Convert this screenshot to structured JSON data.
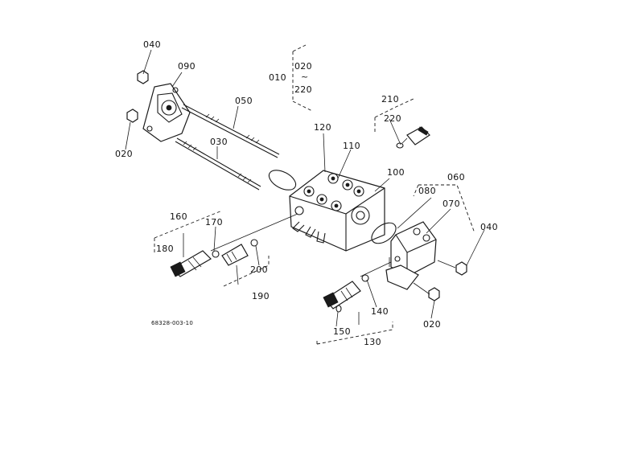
{
  "labels": {
    "p040a": "040",
    "p090": "090",
    "p050": "050",
    "p020a": "020",
    "p030": "030",
    "p010": "010",
    "p020b": "020",
    "tilde": "~",
    "p220a": "220",
    "p210": "210",
    "p220b": "220",
    "p120": "120",
    "p110": "110",
    "p100": "100",
    "p060": "060",
    "p080": "080",
    "p070": "070",
    "p040b": "040",
    "p160": "160",
    "p170": "170",
    "p180": "180",
    "p200": "200",
    "p190": "190",
    "p140": "140",
    "p150": "150",
    "p130": "130",
    "p020c": "020",
    "drawing_no": "68328-003-10"
  }
}
